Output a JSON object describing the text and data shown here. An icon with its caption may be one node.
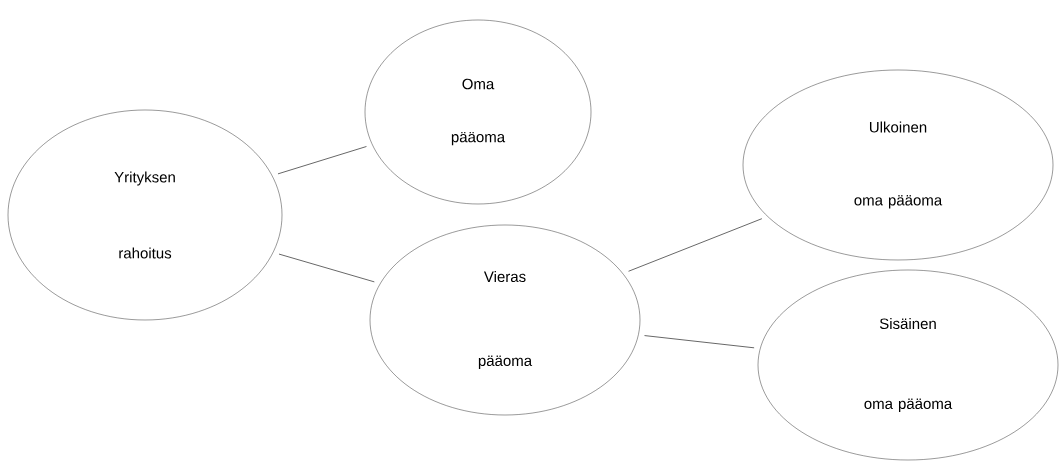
{
  "diagram": {
    "nodes": [
      {
        "text": [
          "Yrityksen rahoitus"
        ]
      },
      {
        "text": [
          "Oma pääoma"
        ]
      },
      {
        "text": [
          "Vieras pääoma"
        ]
      },
      {
        "text": [
          "Ulkoinen oma pääoma"
        ]
      },
      {
        "text": [
          "Sisäinen oma pääoma"
        ]
      }
    ],
    "edges": [
      {
        "from": 0,
        "to": 1,
        "arrow": "none"
      },
      {
        "from": 0,
        "to": 2,
        "arrow": "none"
      },
      {
        "from": 2,
        "to": 3,
        "arrow": "none"
      },
      {
        "from": 2,
        "to": 4,
        "arrow": "none"
      }
    ]
  }
}
